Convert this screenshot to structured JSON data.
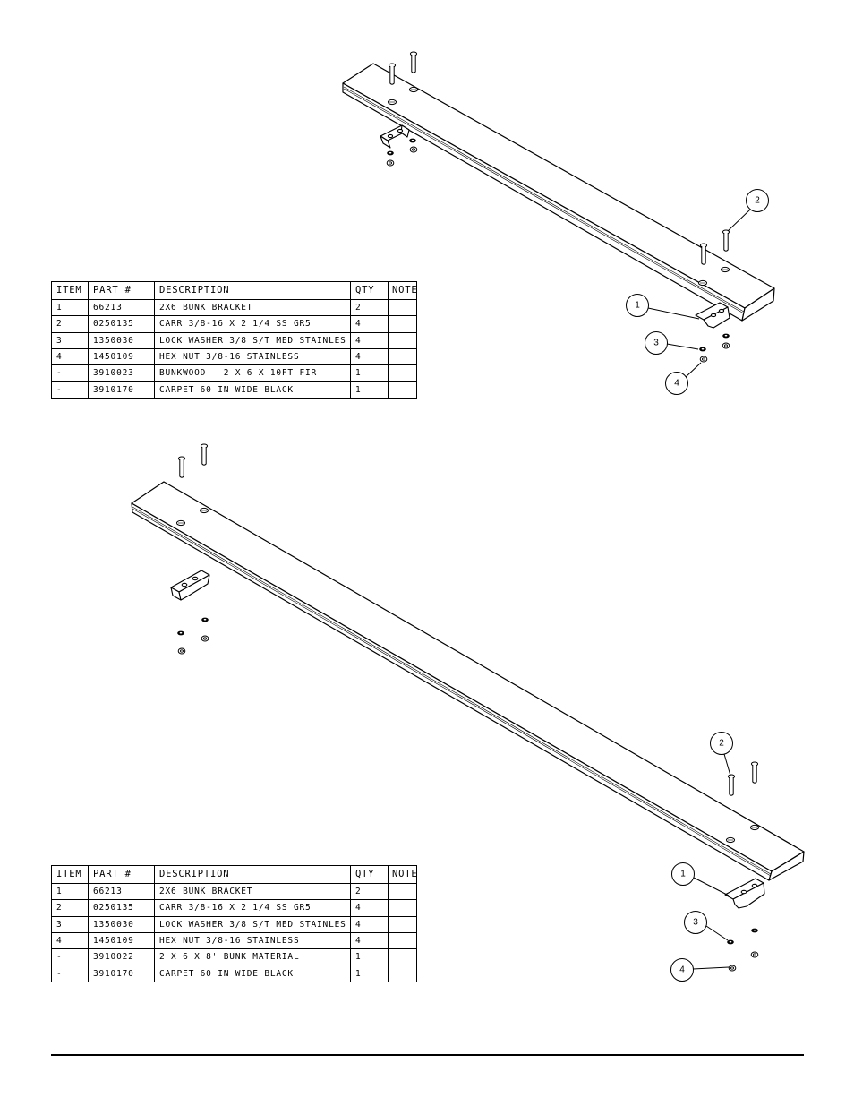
{
  "table_columns": [
    "ITEM",
    "PART #",
    "DESCRIPTION",
    "QTY",
    "NOTE"
  ],
  "tables": [
    {
      "rows": [
        [
          "1",
          "66213",
          "2X6 BUNK BRACKET",
          "2",
          ""
        ],
        [
          "2",
          "0250135",
          "CARR 3/8-16 X 2 1/4 SS GR5",
          "4",
          ""
        ],
        [
          "3",
          "1350030",
          "LOCK WASHER 3/8 S/T MED STAINLES",
          "4",
          ""
        ],
        [
          "4",
          "1450109",
          "HEX NUT 3/8-16 STAINLESS",
          "4",
          ""
        ],
        [
          "-",
          "3910023",
          "BUNKWOOD   2 X 6 X 10FT FIR",
          "1",
          ""
        ],
        [
          "-",
          "3910170",
          "CARPET 60 IN WIDE BLACK",
          "1",
          ""
        ]
      ]
    },
    {
      "rows": [
        [
          "1",
          "66213",
          "2X6 BUNK BRACKET",
          "2",
          ""
        ],
        [
          "2",
          "0250135",
          "CARR 3/8-16 X 2 1/4 SS GR5",
          "4",
          ""
        ],
        [
          "3",
          "1350030",
          "LOCK WASHER 3/8 S/T MED STAINLES",
          "4",
          ""
        ],
        [
          "4",
          "1450109",
          "HEX NUT 3/8-16 STAINLESS",
          "4",
          ""
        ],
        [
          "-",
          "3910022",
          "2 X 6 X 8' BUNK MATERIAL",
          "1",
          ""
        ],
        [
          "-",
          "3910170",
          "CARPET 60 IN WIDE BLACK",
          "1",
          ""
        ]
      ]
    }
  ],
  "callouts": {
    "top": [
      "1",
      "2",
      "3",
      "4"
    ],
    "bottom": [
      "1",
      "2",
      "3",
      "4"
    ]
  }
}
